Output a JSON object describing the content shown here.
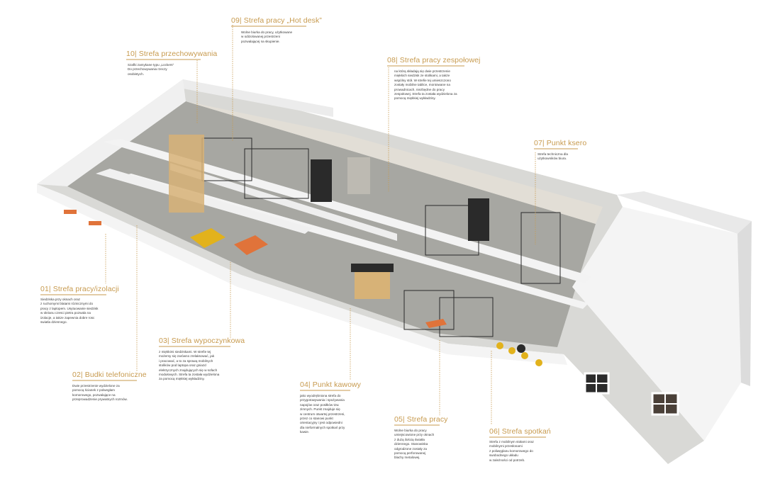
{
  "colors": {
    "accent": "#c79a4e",
    "text": "#3a3a3a",
    "wall": "#f1f1f1",
    "floor": "#9a9a96",
    "sofa_yellow": "#e2b21c",
    "sofa_orange": "#e0733a",
    "cabinet_wood": "#d7b277"
  },
  "zones": [
    {
      "id": "01",
      "title": "01| Strefa pracy/izolacji",
      "lines": [
        "Siedziska przy oknach oraz",
        "z ruchomymi blatami róznicznymi do",
        "pracy z laptopem. Usytuowanie siedzisk",
        "w okrianu czesci pietra pozwala na",
        "izolacje, a takze zapewnia dobre rosc",
        "swiatla dziennego."
      ]
    },
    {
      "id": "02",
      "title": "02| Budki telefoniczne",
      "lines": [
        "Dwie przestrzenie wydzielone za",
        "pomocą ścianek z polwegłam",
        "komorowego, pozwalające na",
        "przeprowadzenie prywatnych rozmów."
      ]
    },
    {
      "id": "03",
      "title": "03| Strefa wypoczynkowa",
      "lines": [
        "z miękkimi siedziskami. W strefie tej",
        "możemy się zarówno zrelaksować, jak",
        "i pracować, a to za sprawą mobilnych",
        "stolików pod laptopa oraz gniazd",
        "elektrycznych znajdujących się w sofach",
        "modułowych. Strefa ta została wydzielona",
        "za pomocą miękkiej wykładziny."
      ]
    },
    {
      "id": "04",
      "title": "04| Punkt kawowy",
      "lines": [
        "jako wyodrębniona strefa do",
        "przygotowywania i spożywania",
        "napojów oraz posiłków tzw.",
        "zimnych. Punkt znajduje się",
        "w centrum otwartej przestrzeni,",
        "przez co stanowi punkt",
        "orientacyjny i jest odpowiedni",
        "dla nieformalnych spotkań przy",
        "kawie."
      ]
    },
    {
      "id": "05",
      "title": "05| Strefa pracy",
      "lines": [
        "Wolne biurka do pracy",
        "umiejscowione przy oknach",
        "z dużą ilością światła",
        "dziennego. Stanowiska",
        "odgrodzone zostały za",
        "pomocą perforowanej",
        "blachy metalowej."
      ]
    },
    {
      "id": "06",
      "title": "06| Strefa spotkań",
      "lines": [
        "Strefa z mobilnym stołami oraz",
        "mobilnymi przesłonami",
        "z poliwęglanu komorowego do",
        "swobodnego układu",
        "w zależności od potrzeb."
      ]
    },
    {
      "id": "07",
      "title": "07| Punkt ksero",
      "lines": [
        "Strefa techniczna dla",
        "użytkowników biura."
      ]
    },
    {
      "id": "08",
      "title": "08| Strefa pracy zespołowej",
      "lines": [
        "na którą składają się dwie przestrzenie",
        "miękkich siedzisk ze stolikami, a także",
        "wspólny stół. W strefie tej umieszczono",
        "zostały mobilne tablice, montowane na",
        "prowadnicach, niezbędne do pracy",
        "zespołowej. Strefa ta została wydzielona za",
        "pomocą miękkiej wykładziny."
      ]
    },
    {
      "id": "09",
      "title": "09| Strefa pracy „Hot desk”",
      "lines": [
        "Wolne biurka do pracy, użytkowane",
        "w odizolowanej przestrzeni",
        "pozwalającej na skupienie."
      ]
    },
    {
      "id": "10",
      "title": "10| Strefa przechowywania",
      "lines": [
        "Szafki zamykane typu „Lockers”",
        "Do przechowywania rzeczy",
        "osobistych."
      ]
    }
  ]
}
